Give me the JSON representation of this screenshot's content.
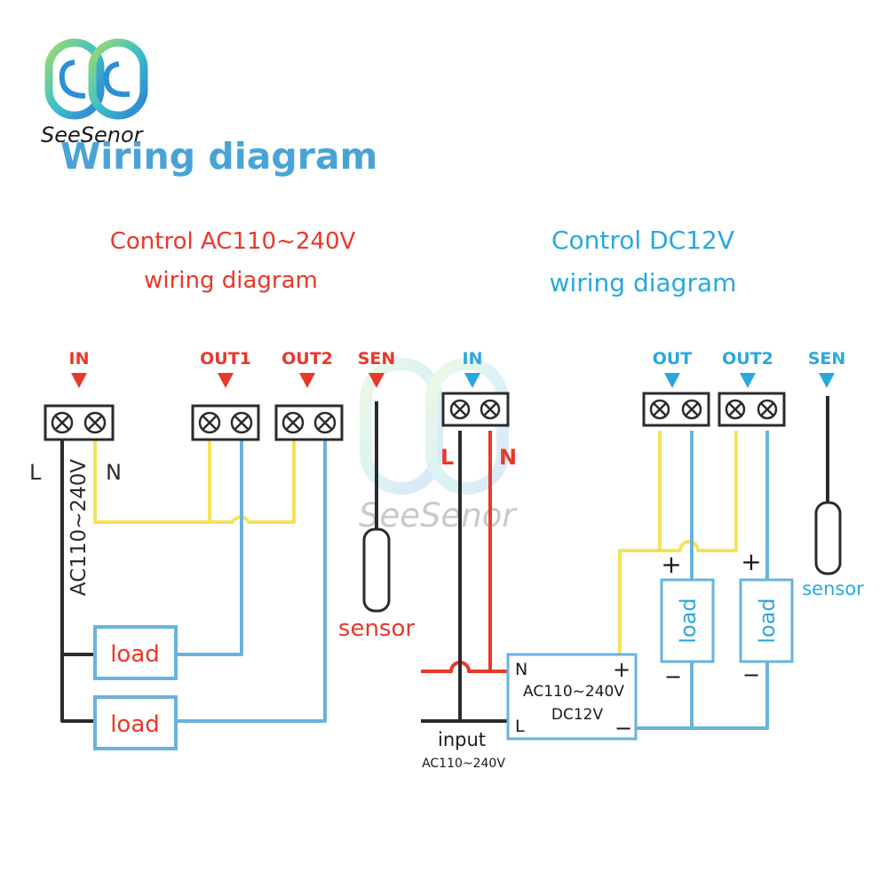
{
  "brand": {
    "name": "SeeSenor",
    "watermark": "SeeSenor"
  },
  "page": {
    "title": "Wiring diagram"
  },
  "ac": {
    "heading_line1": "Control AC110~240V",
    "heading_line2": "wiring diagram",
    "terminals": {
      "in": "IN",
      "out1": "OUT1",
      "out2": "OUT2",
      "sen": "SEN"
    },
    "line_label": "L",
    "neutral_label": "N",
    "voltage_label": "AC110~240V",
    "load1": "load",
    "load2": "load",
    "sensor": "sensor"
  },
  "dc": {
    "heading_line1": "Control DC12V",
    "heading_line2": "wiring diagram",
    "terminals": {
      "in": "IN",
      "out": "OUT",
      "out2": "OUT2",
      "sen": "SEN"
    },
    "line_label": "L",
    "neutral_label": "N",
    "psu": {
      "n": "N",
      "l": "L",
      "plus": "+",
      "minus": "−",
      "input_v": "AC110~240V",
      "output_v": "DC12V"
    },
    "load1": "load",
    "load2": "load",
    "plus": "+",
    "minus": "−",
    "sensor": "sensor",
    "input_label": "input",
    "input_voltage": "AC110~240V"
  },
  "colors": {
    "red": "#e8382a",
    "blue": "#29a8de",
    "title_blue": "#4aa3d6",
    "yellow": "#f5e25a",
    "wire_blue": "#6ab2dd",
    "black": "#2b2b2b"
  }
}
